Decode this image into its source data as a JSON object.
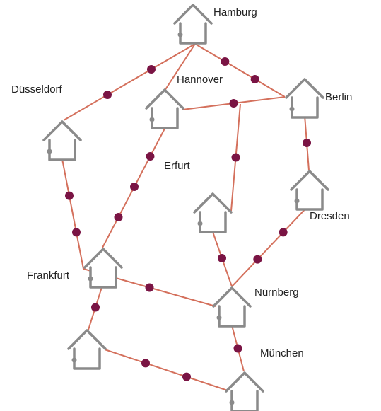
{
  "colors": {
    "edge": "#d4705c",
    "dot": "#7a1444",
    "house": "#8a8a8a",
    "background": "#ffffff",
    "label": "#222222"
  },
  "nodes": [
    {
      "id": "hamburg",
      "label": "Hamburg"
    },
    {
      "id": "hannover",
      "label": "Hannover"
    },
    {
      "id": "berlin",
      "label": "Berlin"
    },
    {
      "id": "duesseldorf",
      "label": "Düsseldorf"
    },
    {
      "id": "erfurt",
      "label": "Erfurt"
    },
    {
      "id": "dresden",
      "label": "Dresden"
    },
    {
      "id": "unnamed_mid",
      "label": ""
    },
    {
      "id": "frankfurt",
      "label": "Frankfurt"
    },
    {
      "id": "nuernberg",
      "label": "Nürnberg"
    },
    {
      "id": "unnamed_sw",
      "label": ""
    },
    {
      "id": "muenchen",
      "label": "München"
    }
  ],
  "edges": [
    {
      "from": "hamburg",
      "to": "duesseldorf",
      "dots": 2
    },
    {
      "from": "hamburg",
      "to": "hannover",
      "dots": 0
    },
    {
      "from": "hamburg",
      "to": "berlin",
      "dots": 2
    },
    {
      "from": "hannover",
      "to": "berlin",
      "dots": 1
    },
    {
      "from": "hannover",
      "to": "frankfurt",
      "dots": 3
    },
    {
      "from": "junction",
      "to": "unnamed_mid",
      "dots": 1
    },
    {
      "from": "berlin",
      "to": "dresden",
      "dots": 1
    },
    {
      "from": "duesseldorf",
      "to": "frankfurt",
      "dots": 2
    },
    {
      "from": "dresden",
      "to": "nuernberg",
      "dots": 2
    },
    {
      "from": "unnamed_mid",
      "to": "nuernberg",
      "dots": 1
    },
    {
      "from": "frankfurt",
      "to": "nuernberg",
      "dots": 1
    },
    {
      "from": "frankfurt",
      "to": "unnamed_sw",
      "dots": 1
    },
    {
      "from": "unnamed_sw",
      "to": "muenchen",
      "dots": 2
    },
    {
      "from": "nuernberg",
      "to": "muenchen",
      "dots": 1
    }
  ]
}
